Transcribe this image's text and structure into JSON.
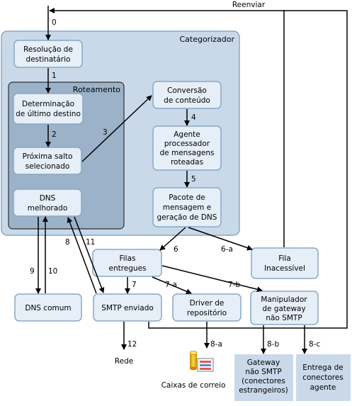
{
  "title": {
    "categorizer": "Categorizador",
    "routing": "Roteamento",
    "resubmit": "Reenviar"
  },
  "nodes": {
    "resolution": [
      "Resolução de",
      "destinatário"
    ],
    "last_dest": [
      "Determinação",
      "de último destino"
    ],
    "next_hop": [
      "Próxima salto",
      "selecionado"
    ],
    "dns_enh": [
      "DNS",
      "melhorado"
    ],
    "content_conv": [
      "Conversão",
      "de conteúdo"
    ],
    "routing_agent": [
      "Agente",
      "processador",
      "de mensagens",
      "roteadas"
    ],
    "packet": [
      "Pacote de",
      "mensagem e",
      "geração de DNS"
    ],
    "delivery_queues": [
      "Filas",
      "entregues"
    ],
    "unreachable": [
      "Fila",
      "Inacessível"
    ],
    "dns_common": [
      "DNS comum"
    ],
    "smtp_send": [
      "SMTP enviado"
    ],
    "store_driver": [
      "Driver de",
      "repositório"
    ],
    "gateway_handler": [
      "Manipulador",
      "de gateway",
      "não SMTP"
    ],
    "gateway": [
      "Gateway",
      "não SMTP",
      "(conectores",
      "estrangeiros)"
    ],
    "agent_delivery": [
      "Entrega de",
      "conectores",
      "agente"
    ],
    "network": [
      "Rede"
    ],
    "mailboxes": [
      "Caixas de correio"
    ]
  },
  "edge_labels": {
    "e0": "0",
    "e1": "1",
    "e2": "2",
    "e3": "3",
    "e4": "4",
    "e5": "5",
    "e6": "6",
    "e6a": "6-a",
    "e7": "7",
    "e7a": "7-a",
    "e7b": "7-b",
    "e8": "8",
    "e8a": "8-a",
    "e8b": "8-b",
    "e8c": "8-c",
    "e9": "9",
    "e10": "10",
    "e11": "11",
    "e12": "12"
  },
  "colors": {
    "region": "#c9d9ea",
    "routing_region": "#9bb2c9",
    "box_fill": "#e6eef7",
    "border": "#8aa7c6"
  },
  "icons": [
    "database-icon"
  ]
}
